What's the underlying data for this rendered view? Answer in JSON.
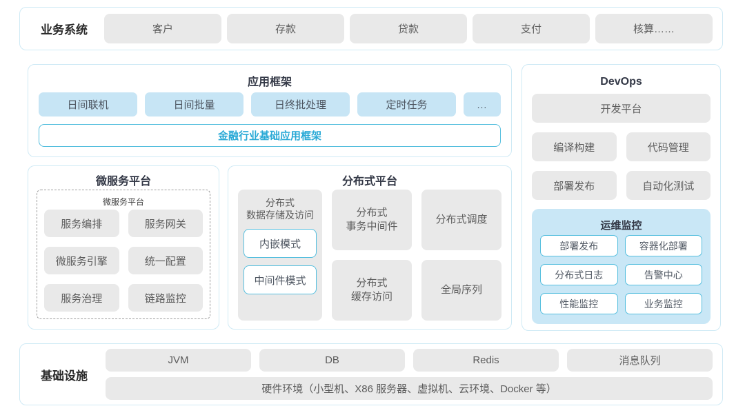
{
  "colors": {
    "panel_border": "#cfeaf5",
    "gray_box_bg": "#e9e9e9",
    "blue_box_bg": "#c7e5f5",
    "cyan_border": "#54bede",
    "monitor_bg": "#c9e7f6",
    "accent_text": "#29a9d6",
    "box_text": "#5c5c5c",
    "title_text": "#333846"
  },
  "business": {
    "label": "业务系统",
    "items": [
      "客户",
      "存款",
      "贷款",
      "支付",
      "核算……"
    ]
  },
  "app_framework": {
    "title": "应用框架",
    "items": [
      "日间联机",
      "日间批量",
      "日终批处理",
      "定时任务"
    ],
    "more": "...",
    "base": "金融行业基础应用框架"
  },
  "devops": {
    "title": "DevOps",
    "platform": "开发平台",
    "items": [
      "编译构建",
      "代码管理",
      "部署发布",
      "自动化测试"
    ],
    "monitor": {
      "title": "运维监控",
      "items": [
        "部署发布",
        "容器化部署",
        "分布式日志",
        "告警中心",
        "性能监控",
        "业务监控"
      ]
    }
  },
  "microservice": {
    "title": "微服务平台",
    "inner_title": "微服务平台",
    "items": [
      "服务编排",
      "服务网关",
      "微服务引擎",
      "统一配置",
      "服务治理",
      "链路监控"
    ]
  },
  "distributed": {
    "title": "分布式平台",
    "storage": {
      "line1": "分布式",
      "line2": "数据存储及访问",
      "modes": [
        "内嵌模式",
        "中间件模式"
      ]
    },
    "transaction": {
      "line1": "分布式",
      "line2": "事务中间件"
    },
    "cache": {
      "line1": "分布式",
      "line2": "缓存访问"
    },
    "scheduler": "分布式调度",
    "sequence": "全局序列"
  },
  "infrastructure": {
    "label": "基础设施",
    "items": [
      "JVM",
      "DB",
      "Redis",
      "消息队列"
    ],
    "hardware": "硬件环境（小型机、X86 服务器、虚拟机、云环境、Docker 等）"
  }
}
